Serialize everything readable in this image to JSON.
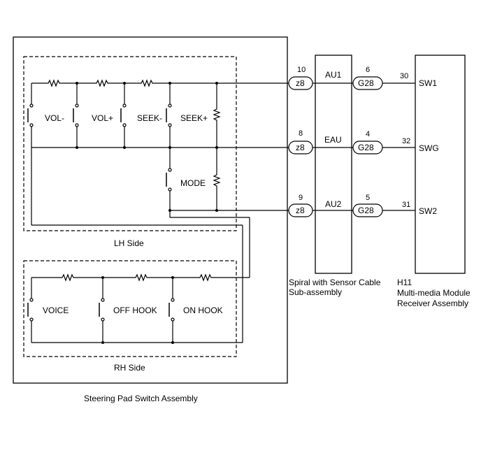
{
  "diagram": {
    "assembly_label": "Steering Pad Switch Assembly",
    "lh_side_label": "LH Side",
    "rh_side_label": "RH Side",
    "lh_switches": {
      "vol_minus": "VOL-",
      "vol_plus": "VOL+",
      "seek_minus": "SEEK-",
      "seek_plus": "SEEK+",
      "mode": "MODE"
    },
    "rh_switches": {
      "voice": "VOICE",
      "off_hook": "OFF HOOK",
      "on_hook": "ON HOOK"
    },
    "spiral": {
      "label_line1": "Spiral with Sensor Cable",
      "label_line2": "Sub-assembly",
      "signals": [
        "AU1",
        "EAU",
        "AU2"
      ]
    },
    "receiver": {
      "code": "H11",
      "label_line1": "Multi-media Module",
      "label_line2": "Receiver Assembly",
      "signals": [
        "SW1",
        "SWG",
        "SW2"
      ]
    },
    "lines": [
      {
        "left_pin": "10",
        "left_connector": "z8",
        "signal": "AU1",
        "mid_pin": "6",
        "mid_connector": "G28",
        "right_pin": "30",
        "right_signal": "SW1"
      },
      {
        "left_pin": "8",
        "left_connector": "z8",
        "signal": "EAU",
        "mid_pin": "4",
        "mid_connector": "G28",
        "right_pin": "32",
        "right_signal": "SWG"
      },
      {
        "left_pin": "9",
        "left_connector": "z8",
        "signal": "AU2",
        "mid_pin": "5",
        "mid_connector": "G28",
        "right_pin": "31",
        "right_signal": "SW2"
      }
    ]
  }
}
